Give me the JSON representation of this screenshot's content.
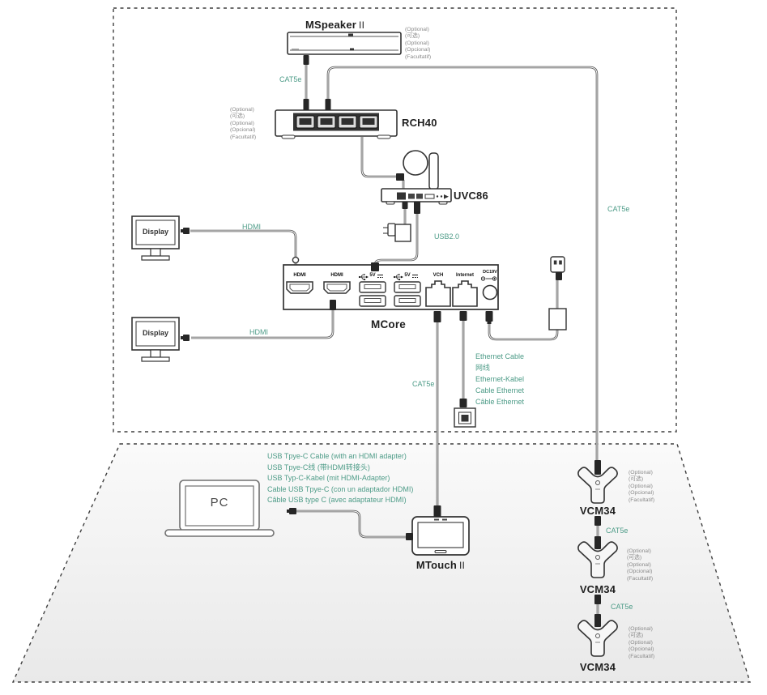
{
  "colors": {
    "accent_teal": "#4E9C88",
    "note_gray": "#8a8a8a",
    "line": "#4b4b4b"
  },
  "optional_block": [
    "(Optional)",
    "(可选)",
    "(Optional)",
    "(Opcional)",
    "(Facultatif)"
  ],
  "devices": {
    "mspeaker": "MSpeaker",
    "mspeaker_suffix": "II",
    "rch40": "RCH40",
    "uvc86": "UVC86",
    "mcore": "MCore",
    "mtouch": "MTouch",
    "mtouch_suffix": "II",
    "vcm34": "VCM34",
    "display": "Display",
    "pc": "PC"
  },
  "cable_labels": {
    "cat5e": "CAT5e",
    "hdmi": "HDMI",
    "usb20": "USB2.0"
  },
  "mcore_ports": {
    "hdmi": "HDMI",
    "usb": "5V",
    "vch": "VCH",
    "internet": "Internet",
    "dc": "DC19V"
  },
  "ethernet_cable_block": [
    "Ethernet Cable",
    "网线",
    "Ethernet-Kabel",
    "Cable Ethernet",
    "Câble Ethernet"
  ],
  "usb_type_c_block": [
    "USB Tpye-C Cable (with an HDMI adapter)",
    "USB Tpye-C线 (带HDMI转接头)",
    "USB Typ-C-Kabel (mit HDMI-Adapter)",
    "Cable USB Tpye-C (con un adaptador HDMI)",
    "Câble USB type C (avec adaptateur HDMI)"
  ]
}
